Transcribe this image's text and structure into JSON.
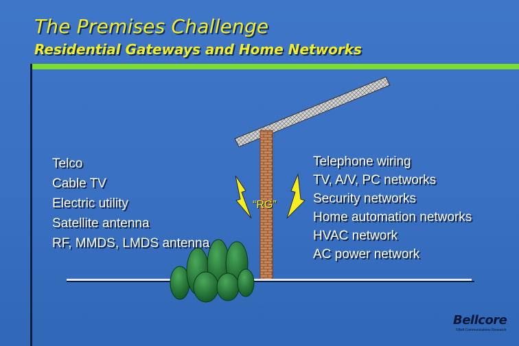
{
  "slide": {
    "title": "The Premises Challenge",
    "subtitle": "Residential Gateways and Home Networks",
    "left_items": [
      "Telco",
      "Cable TV",
      "Electric utility",
      "Satellite antenna",
      "RF, MMDS, LMDS antenna"
    ],
    "right_items": [
      "Telephone wiring",
      "TV, A/V, PC networks",
      "Security networks",
      "Home automation networks",
      "HVAC network",
      "AC power network"
    ],
    "gateway_label": "“RG”",
    "logo_text": "Bellcore",
    "copyright_text": "©Bell Communications Research"
  },
  "colors": {
    "background": "#3a70c2",
    "title": "#f5ee22",
    "accent_rule": "#7ddc2c",
    "text": "#ffffff",
    "lightning": "#f5ee22",
    "tree": "#1f7a36",
    "brick": "#c98a5e"
  },
  "icons": [
    "lightning-bolt-icon",
    "tree-icon",
    "brick-chimney-icon",
    "roof-panel-icon"
  ]
}
